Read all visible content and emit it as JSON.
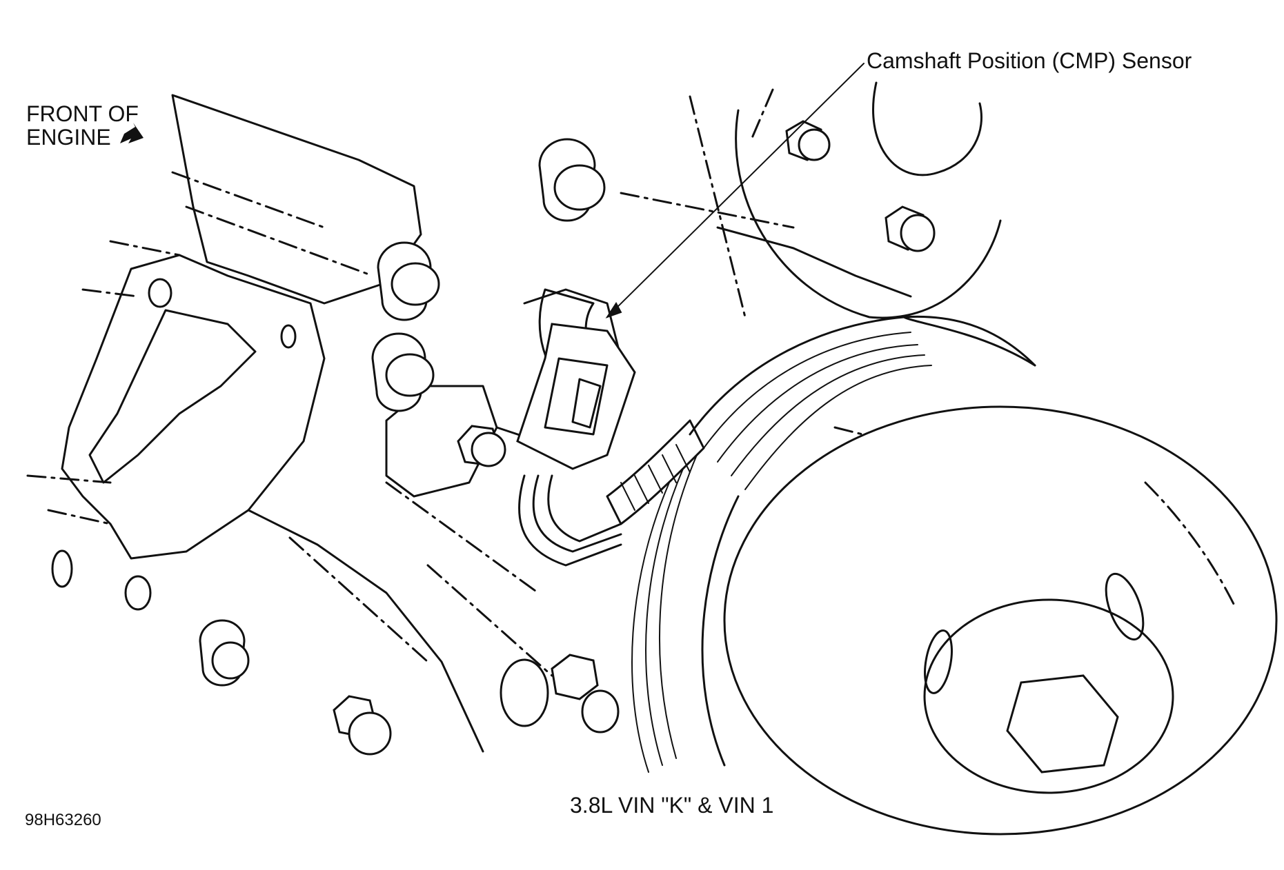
{
  "labels": {
    "front_line1": "FRONT OF",
    "front_line2": "ENGINE",
    "cmp_sensor": "Camshaft Position (CMP) Sensor",
    "engine_caption": "3.8L VIN \"K\" & VIN 1",
    "figure_id": "98H63260"
  },
  "icons": {
    "front_arrow": "arrow-icon"
  }
}
